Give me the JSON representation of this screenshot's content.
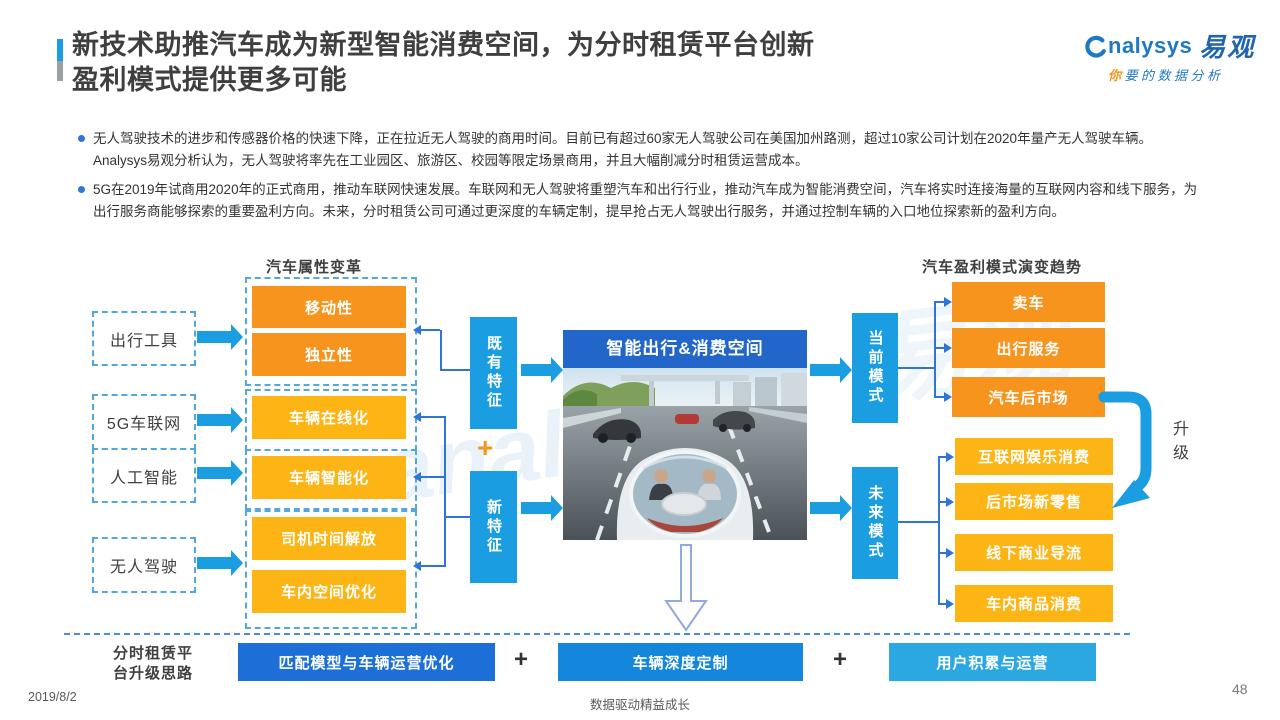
{
  "header": {
    "title_line1": "新技术助推汽车成为新型智能消费空间，为分时租赁平台创新",
    "title_line2": "盈利模式提供更多可能",
    "logo": {
      "brand_latin_suffix": "nalysys",
      "brand_cn": "易观",
      "tagline_first": "你",
      "tagline_rest": "要的数据分析"
    }
  },
  "bullets": [
    "无人驾驶技术的进步和传感器价格的快速下降，正在拉近无人驾驶的商用时间。目前已有超过60家无人驾驶公司在美国加州路测，超过10家公司计划在2020年量产无人驾驶车辆。Analysys易观分析认为，无人驾驶将率先在工业园区、旅游区、校园等限定场景商用，并且大幅削减分时租赁运营成本。",
    "5G在2019年试商用2020年的正式商用，推动车联网快速发展。车联网和无人驾驶将重塑汽车和出行行业，推动汽车成为智能消费空间，汽车将实时连接海量的互联网内容和线下服务，为出行服务商能够探索的重要盈利方向。未来，分时租赁公司可通过更深度的车辆定制，提早抢占无人驾驶出行服务，并通过控制车辆的入口地位探索新的盈利方向。"
  ],
  "diagram": {
    "left_header": "汽车属性变革",
    "right_header": "汽车盈利模式演变趋势",
    "drivers": [
      "出行工具",
      "5G车联网",
      "人工智能",
      "无人驾驶"
    ],
    "existing_attrs": [
      "移动性",
      "独立性"
    ],
    "new_attrs": [
      "车辆在线化",
      "车辆智能化",
      "司机时间解放",
      "车内空间优化"
    ],
    "existing_label": "既有特征",
    "plus": "+",
    "new_label": "新特征",
    "center_title": "智能出行&消费空间",
    "current_label": "当前模式",
    "future_label": "未来模式",
    "current_modes": [
      "卖车",
      "出行服务",
      "汽车后市场"
    ],
    "future_modes": [
      "互联网娱乐消费",
      "后市场新零售",
      "线下商业导流",
      "车内商品消费"
    ],
    "upgrade_label": "升级"
  },
  "bottom": {
    "label_line1": "分时租赁平",
    "label_line2": "台升级思路",
    "plus": "+",
    "steps": [
      "匹配模型与车辆运营优化",
      "车辆深度定制",
      "用户积累与运营"
    ]
  },
  "footer": {
    "date": "2019/8/2",
    "center": "数据驱动精益成长",
    "page": "48"
  },
  "watermark": {
    "latin": "analysys",
    "cn": "易观"
  },
  "colors": {
    "accent_cyan": "#1b9de2",
    "accent_dark_blue": "#2366c9",
    "orange_dark": "#f7941e",
    "orange_yellow": "#fdb515",
    "line_blue": "#2e75d6",
    "step1_blue": "#1b6fd6",
    "step2_blue": "#1486dc",
    "step3_blue": "#2ba7e2"
  }
}
